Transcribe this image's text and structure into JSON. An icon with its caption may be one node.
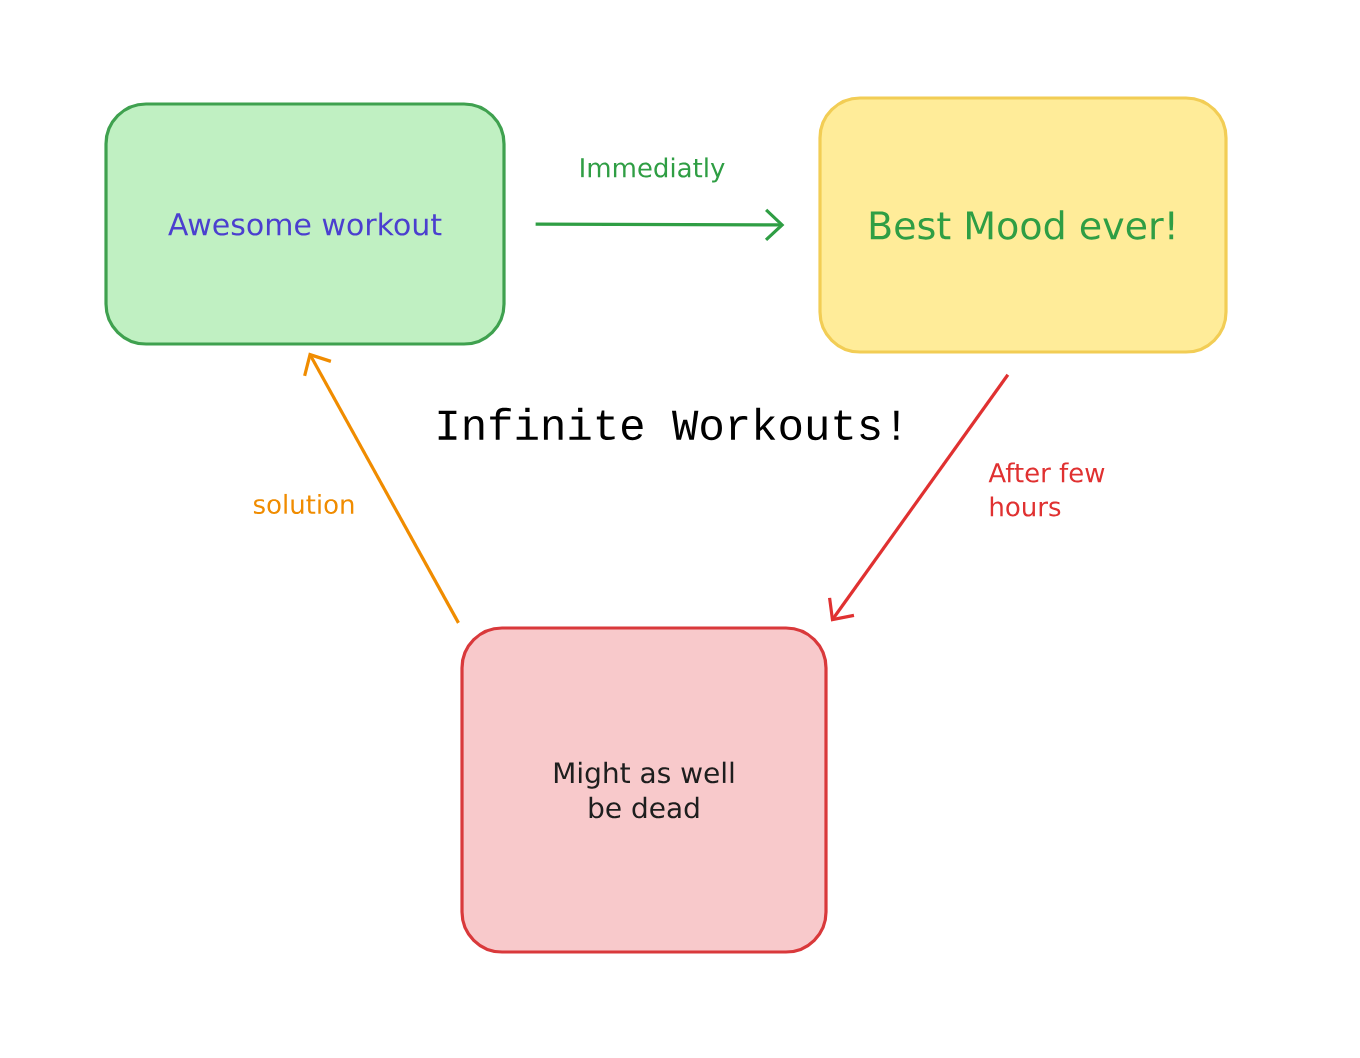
{
  "diagram": {
    "title": "Infinite Workouts!",
    "nodes": [
      {
        "text": [
          "Awesome workout"
        ]
      },
      {
        "text": [
          "Best Mood ever!"
        ]
      },
      {
        "text": [
          "Might as well be dead"
        ]
      }
    ],
    "edges": [
      {
        "from": 0,
        "to": 1,
        "arrow": "to",
        "label": "Immediatly",
        "color": "#2f9e44"
      },
      {
        "from": 1,
        "to": 2,
        "arrow": "to",
        "label": "After few hours",
        "color": "#e03131"
      },
      {
        "from": 2,
        "to": 0,
        "arrow": "to",
        "label": "solution",
        "color": "#f08c00"
      }
    ]
  }
}
